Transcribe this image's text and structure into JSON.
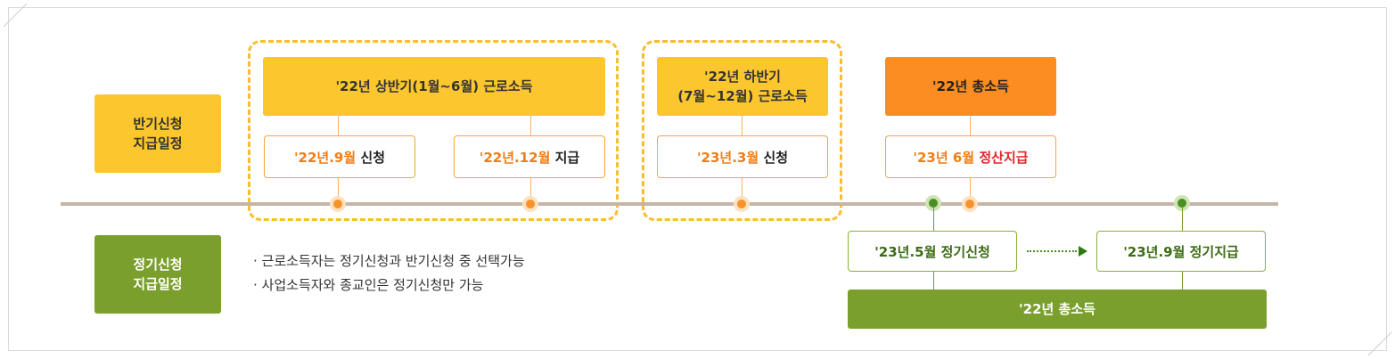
{
  "rows": {
    "half": {
      "label": "반기신청\n지급일정"
    },
    "regular": {
      "label": "정기신청\n지급일정"
    }
  },
  "half_year": {
    "first": {
      "header": "'22년 상반기(1월~6월) 근로소득",
      "apply": {
        "date": "'22년.9월",
        "action": "신청"
      },
      "pay": {
        "date": "'22년.12월",
        "action": "지급"
      }
    },
    "second": {
      "header": "'22년 하반기\n(7월~12월) 근로소득",
      "apply": {
        "date": "'23년.3월",
        "action": "신청"
      }
    },
    "total": {
      "header": "'22년 총소득",
      "settle": {
        "date": "'23년 6월",
        "action": "정산지급"
      }
    }
  },
  "regular": {
    "apply": "'23년.5월 정기신청",
    "pay": "'23년.9월 정기지급",
    "footer": "'22년 총소득",
    "notes": [
      "근로소득자는 정기신청과 반기신청 중 선택가능",
      "사업소득자와 종교인은 정기신청만 가능"
    ]
  },
  "colors": {
    "yellow": "#fcc62e",
    "orange": "#fb8d23",
    "green": "#7a9f2c",
    "accent_orange_text": "#f07d16",
    "accent_red_text": "#e0262b"
  }
}
